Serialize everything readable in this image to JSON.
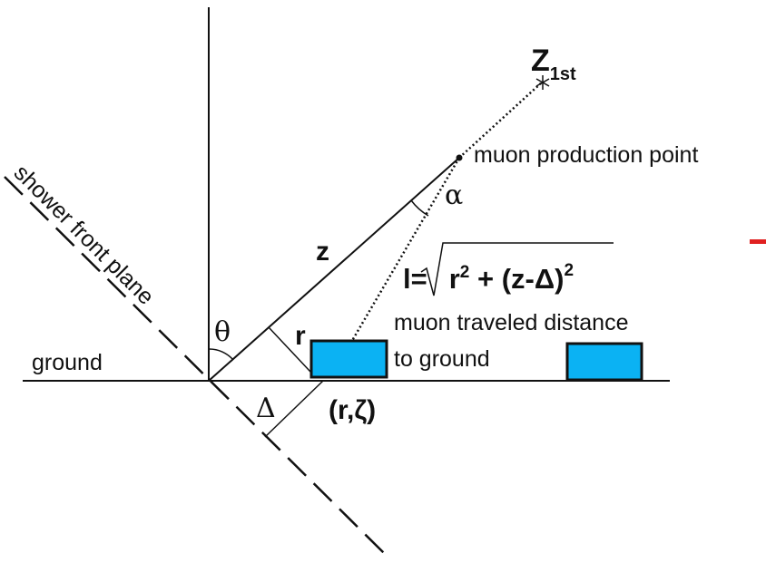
{
  "diagram": {
    "labels": {
      "z1st_main": "Z",
      "z1st_sub": "1st",
      "production_point": "muon production point",
      "alpha": "α",
      "z": "z",
      "l_prefix": "l=",
      "l_expr": "r",
      "l_sup1": "2",
      "l_mid": " + (z-Δ)",
      "l_sup2": "2",
      "traveled_line1": "muon traveled distance",
      "traveled_line2": "to ground",
      "theta": "θ",
      "r": "r",
      "ground": "ground",
      "shower_front": "shower front plane",
      "delta": "Δ",
      "coords": "(r,ζ)"
    },
    "colors": {
      "detector_fill": "#0bb2f3",
      "stroke": "#111111",
      "accent_mark": "#e02020"
    }
  }
}
